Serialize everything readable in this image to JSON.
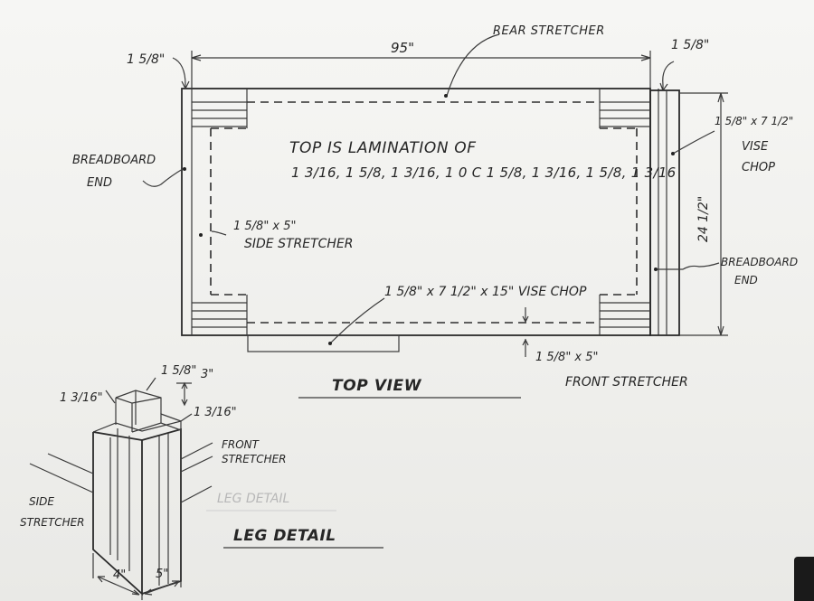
{
  "top_view": {
    "title": "TOP VIEW",
    "overall_length": "95\"",
    "left_offset": "1 5/8\"",
    "right_offset": "1 5/8\"",
    "width": "24 1/2\"",
    "rear_stretcher": "REAR STRETCHER",
    "lamination_line1": "TOP IS LAMINATION OF",
    "lamination_line2": "1 3/16, 1 5/8, 1 3/16, 1 0 C 1 5/8, 1 3/16, 1 5/8, 1 3/16",
    "breadboard_left": [
      "BREADBOARD",
      "END"
    ],
    "breadboard_right": [
      "BREADBOARD",
      "END"
    ],
    "side_stretcher": [
      "1 5/8\" x 5\"",
      "SIDE STRETCHER"
    ],
    "vise_chop_front": "1 5/8\" x 7 1/2\" x 15\" VISE CHOP",
    "vise_chop_right": [
      "1 5/8\" x 7 1/2\"",
      "VISE",
      "CHOP"
    ],
    "front_stretcher": [
      "1 5/8\" x 5\"",
      "FRONT STRETCHER"
    ]
  },
  "leg_detail": {
    "title": "LEG DETAIL",
    "ghost_title": "LEG DETAIL",
    "dim_1316_left": "1 3/16\"",
    "dim_158": "1 5/8\"",
    "dim_3": "3\"",
    "dim_1316_right": "1 3/16\"",
    "front_stretcher": [
      "FRONT",
      "STRETCHER"
    ],
    "side_stretcher": [
      "SIDE",
      "STRETCHER"
    ],
    "dim_4": "4\"",
    "dim_5": "5\""
  }
}
